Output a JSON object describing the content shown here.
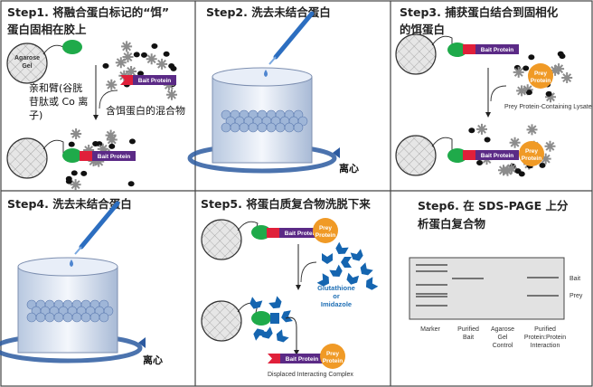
{
  "colors": {
    "bait_tag": "#e0203a",
    "bait_body": "#5b2a86",
    "affinity": "#1faa4a",
    "prey": "#f09a26",
    "chevron": "#1565b0",
    "star": "#8c8c8c",
    "dot": "#111111"
  },
  "step1": {
    "title_line1": "Step1. 将融合蛋白标记的“饵”",
    "title_line2": "蛋白固相在胶上",
    "bead_label_line1": "Agarose",
    "bead_label_line2": "Gel",
    "arm_line1": "亲和臂(谷胱",
    "arm_line2": "苷肽或 Co 离",
    "arm_line3": "子)",
    "mixture": "含饵蛋白的混合物",
    "bait_label": "Bait Protein"
  },
  "step2": {
    "title": "Step2. 洗去未结合蛋白",
    "spin": "离心"
  },
  "step3": {
    "title_line1": "Step3. 捕获蛋白结合到固相化",
    "title_line2": "的饵蛋白",
    "bait_label": "Bait Protein",
    "prey_line1": "Prey",
    "prey_line2": "Protein",
    "lysate": "Prey Protein-Containing Lysate"
  },
  "step4": {
    "title": "Step4. 洗去未结合蛋白",
    "spin": "离心"
  },
  "step5": {
    "title": "Step5. 将蛋白质复合物洗脱下来",
    "bait_label": "Bait Protein",
    "prey_line1": "Prey",
    "prey_line2": "Protein",
    "eluent_line1": "Glutathione",
    "eluent_line2": "or",
    "eluent_line3": "Imidazole",
    "complex": "Displaced Interacting Complex"
  },
  "step6": {
    "title_line1": "Step6. 在 SDS-PAGE 上分",
    "title_line2": "析蛋白复合物",
    "band_bait": "Bait",
    "band_prey": "Prey",
    "lanes": [
      {
        "line1": "Marker",
        "line2": "",
        "line3": ""
      },
      {
        "line1": "Purified",
        "line2": "Bait",
        "line3": ""
      },
      {
        "line1": "Agarose",
        "line2": "Gel",
        "line3": "Control"
      },
      {
        "line1": "Purified",
        "line2": "Protein:Protein",
        "line3": "Interaction"
      }
    ]
  }
}
